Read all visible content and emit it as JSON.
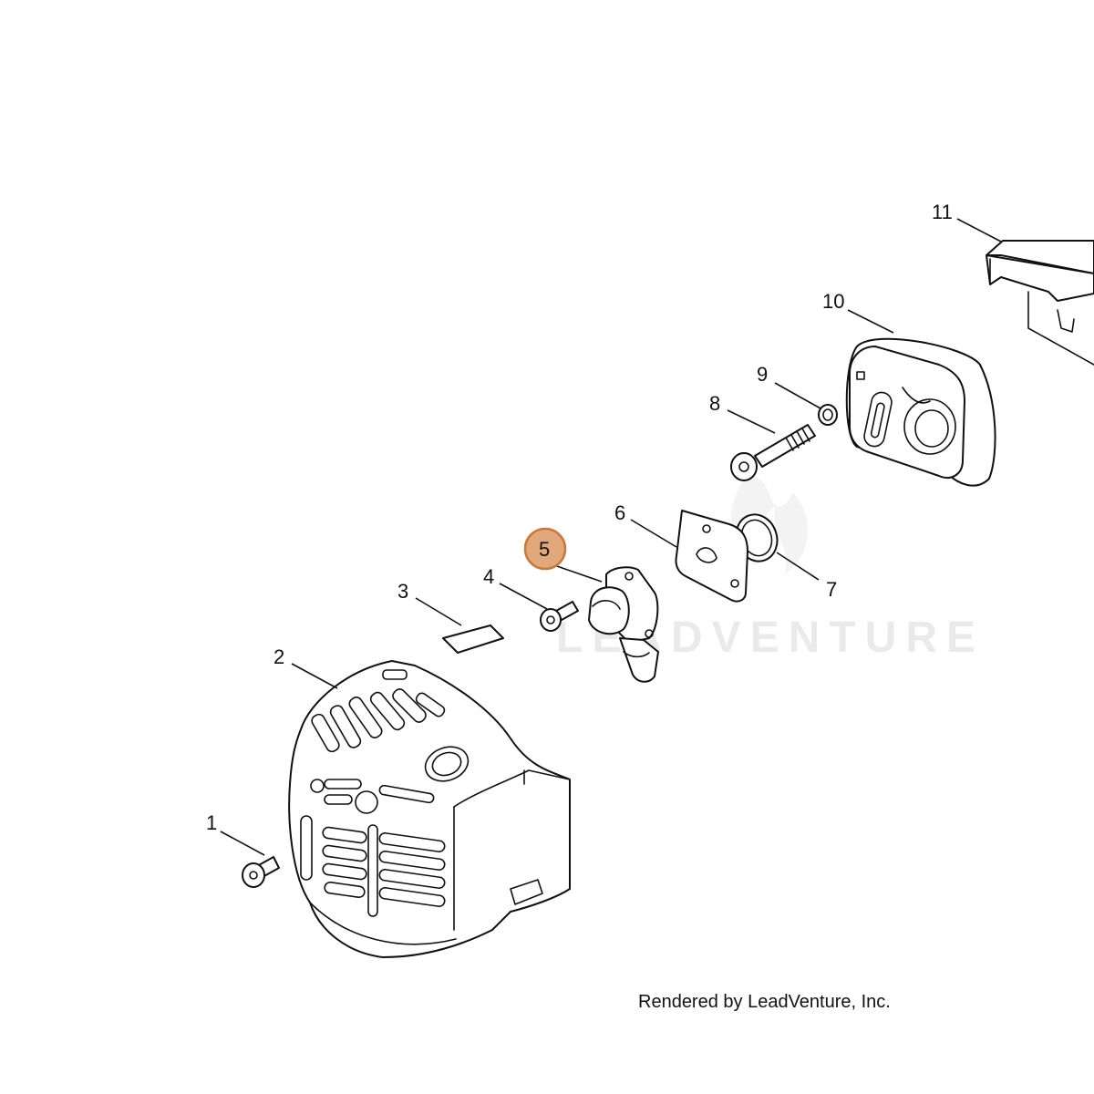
{
  "callouts": [
    {
      "id": "1",
      "label": "1"
    },
    {
      "id": "2",
      "label": "2"
    },
    {
      "id": "3",
      "label": "3"
    },
    {
      "id": "4",
      "label": "4"
    },
    {
      "id": "5",
      "label": "5",
      "highlighted": true
    },
    {
      "id": "6",
      "label": "6"
    },
    {
      "id": "7",
      "label": "7"
    },
    {
      "id": "8",
      "label": "8"
    },
    {
      "id": "9",
      "label": "9"
    },
    {
      "id": "10",
      "label": "10"
    },
    {
      "id": "11",
      "label": "11"
    }
  ],
  "watermark": "LEADVENTURE",
  "credit": "Rendered by LeadVenture, Inc.",
  "colors": {
    "highlight_fill": "#E2A77A",
    "highlight_stroke": "#C77A3A",
    "line": "#111111",
    "watermark": "#D9D9D9"
  }
}
